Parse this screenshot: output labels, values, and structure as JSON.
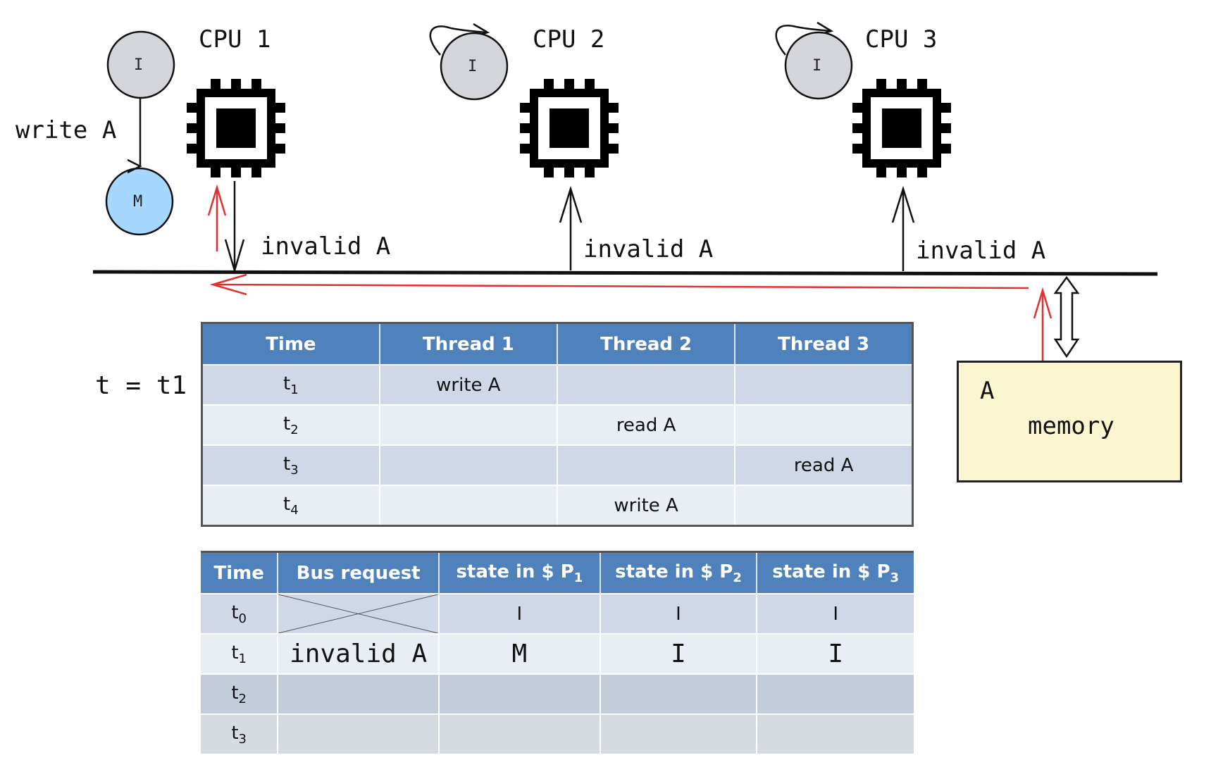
{
  "cpus": [
    {
      "label": "CPU 1",
      "state_before": "I",
      "state_after": "M",
      "transition_label": "write A"
    },
    {
      "label": "CPU 2",
      "state": "I"
    },
    {
      "label": "CPU 3",
      "state": "I"
    }
  ],
  "bus": {
    "messages": [
      "invalid A",
      "invalid A",
      "invalid A"
    ]
  },
  "memory": {
    "line": "A",
    "label": "memory"
  },
  "time_indicator": "t = t1",
  "schedule_table": {
    "headers": [
      "Time",
      "Thread 1",
      "Thread 2",
      "Thread 3"
    ],
    "rows": [
      {
        "time": "t",
        "sub": "1",
        "cells": [
          "write A",
          "",
          ""
        ]
      },
      {
        "time": "t",
        "sub": "2",
        "cells": [
          "",
          "read A",
          ""
        ]
      },
      {
        "time": "t",
        "sub": "3",
        "cells": [
          "",
          "",
          "read A"
        ]
      },
      {
        "time": "t",
        "sub": "4",
        "cells": [
          "",
          "write A",
          ""
        ]
      }
    ]
  },
  "state_table": {
    "headers": [
      {
        "text": "Time"
      },
      {
        "text": "Bus request"
      },
      {
        "text": "state in $ P",
        "sub": "1"
      },
      {
        "text": "state in $ P",
        "sub": "2"
      },
      {
        "text": "state in $ P",
        "sub": "3"
      }
    ],
    "rows": [
      {
        "time": "t",
        "sub": "0",
        "bus": "",
        "p1": "I",
        "p2": "I",
        "p3": "I"
      },
      {
        "time": "t",
        "sub": "1",
        "bus": "invalid A",
        "p1": "M",
        "p2": "I",
        "p3": "I"
      },
      {
        "time": "t",
        "sub": "2",
        "bus": "",
        "p1": "",
        "p2": "",
        "p3": ""
      },
      {
        "time": "t",
        "sub": "3",
        "bus": "",
        "p1": "",
        "p2": "",
        "p3": ""
      }
    ]
  },
  "colors": {
    "modified_state": "#a6d8ff",
    "invalid_state": "#d3d5da",
    "memory_fill": "#fbf6cf",
    "signal": "#e03030",
    "table_header": "#4f81bd"
  }
}
